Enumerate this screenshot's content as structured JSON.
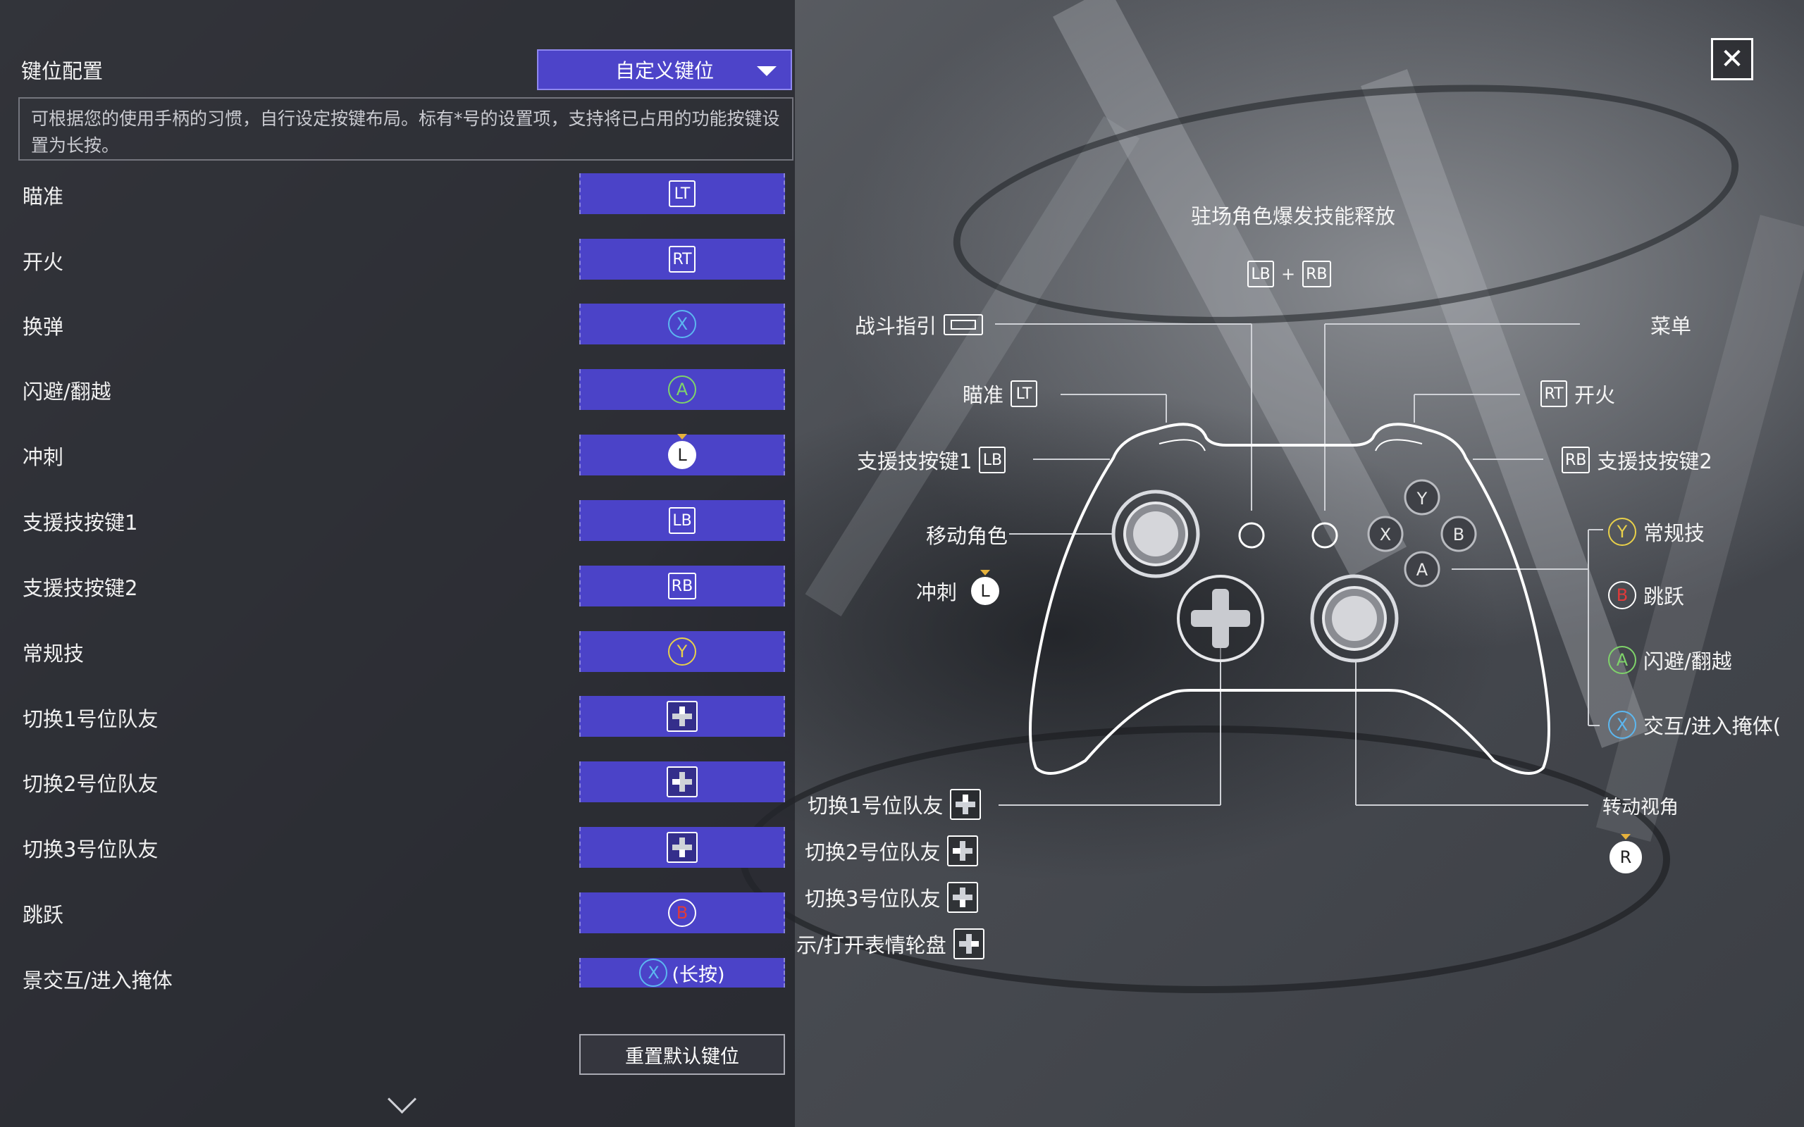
{
  "header": {
    "title": "键位配置",
    "preset_selected": "自定义键位",
    "description": "可根据您的使用手柄的习惯，自行设定按键布局。标有*号的设置项，支持将已占用的功能按键设置为长按。",
    "reset_label": "重置默认键位",
    "close_glyph": "✕"
  },
  "bindings": [
    {
      "label": "瞄准",
      "key": "LT"
    },
    {
      "label": "开火",
      "key": "RT"
    },
    {
      "label": "换弹",
      "key": "X"
    },
    {
      "label": "闪避/翻越",
      "key": "A"
    },
    {
      "label": "冲刺",
      "key": "L"
    },
    {
      "label": "支援技按键1",
      "key": "LB"
    },
    {
      "label": "支援技按键2",
      "key": "RB"
    },
    {
      "label": "常规技",
      "key": "Y"
    },
    {
      "label": "切换1号位队友",
      "key": "dpad-up"
    },
    {
      "label": "切换2号位队友",
      "key": "dpad-left"
    },
    {
      "label": "切换3号位队友",
      "key": "dpad-down"
    },
    {
      "label": "跳跃",
      "key": "B"
    },
    {
      "label": "景交互/进入掩体",
      "key": "X",
      "hold": "(长按)"
    }
  ],
  "diagram": {
    "burst_title": "驻场角色爆发技能释放",
    "burst_keys": [
      "LB",
      "RB"
    ],
    "plus": "+",
    "battle_guide": "战斗指引",
    "menu": "菜单",
    "aim": "瞄准",
    "aim_key": "LT",
    "fire": "开火",
    "fire_key": "RT",
    "support1": "支援技按键1",
    "support1_key": "LB",
    "support2": "支援技按键2",
    "support2_key": "RB",
    "move": "移动角色",
    "sprint": "冲刺",
    "sprint_key": "L",
    "skill": "常规技",
    "skill_key": "Y",
    "jump": "跳跃",
    "jump_key": "B",
    "dodge": "闪避/翻越",
    "dodge_key": "A",
    "interact": "交互/进入掩体(",
    "interact_key": "X",
    "switch1": "切换1号位队友",
    "switch2": "切换2号位队友",
    "switch3": "切换3号位队友",
    "emote": "示/打开表情轮盘",
    "camera": "转动视角",
    "camera_key": "R",
    "face_y": "Y",
    "face_x": "X",
    "face_b": "B",
    "face_a": "A"
  },
  "colors": {
    "accent": "#4b43c8",
    "panel": "#22242a"
  }
}
